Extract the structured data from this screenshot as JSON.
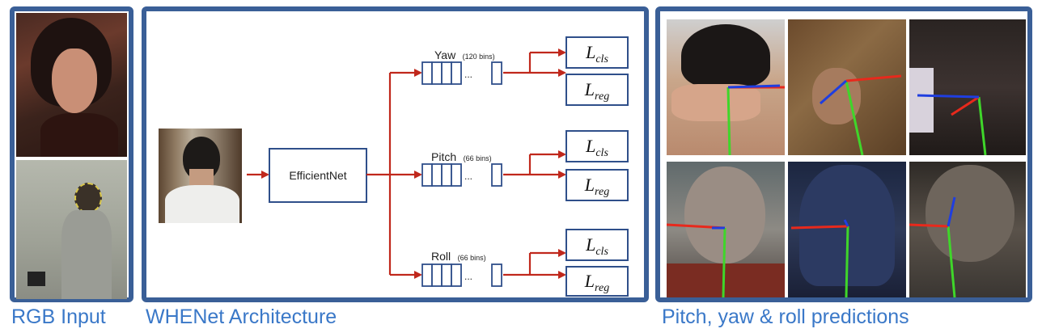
{
  "captions": {
    "input": "RGB Input",
    "architecture": "WHENet Architecture",
    "predictions": "Pitch, yaw & roll predictions"
  },
  "architecture": {
    "backbone": "EfficientNet",
    "heads": [
      {
        "name": "Yaw",
        "bins": "(120 bins)",
        "dots": "...",
        "loss_cls_main": "L",
        "loss_cls_sub": "cls",
        "loss_reg_main": "L",
        "loss_reg_sub": "reg"
      },
      {
        "name": "Pitch",
        "bins": "(66 bins)",
        "dots": "...",
        "loss_cls_main": "L",
        "loss_cls_sub": "cls",
        "loss_reg_main": "L",
        "loss_reg_sub": "reg"
      },
      {
        "name": "Roll",
        "bins": "(66 bins)",
        "dots": "...",
        "loss_cls_main": "L",
        "loss_cls_sub": "cls",
        "loss_reg_main": "L",
        "loss_reg_sub": "reg"
      }
    ]
  },
  "colors": {
    "panel_border": "#3a5f97",
    "caption": "#3a78c8",
    "arrow": "#c0281c",
    "box_border": "#2f4f8a",
    "axis_red": "#e8291c",
    "axis_green": "#3fd62a",
    "axis_blue": "#1f3ee0"
  }
}
